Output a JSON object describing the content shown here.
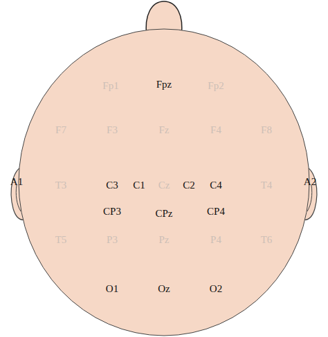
{
  "diagram": {
    "labels": [
      "Fp1",
      "Fpz",
      "Fp2",
      "F7",
      "F3",
      "Fz",
      "F4",
      "F8",
      "A1",
      "T3",
      "C3",
      "C1",
      "Cz",
      "C2",
      "C4",
      "T4",
      "A2",
      "CP3",
      "CPz",
      "CP4",
      "T5",
      "P3",
      "Pz",
      "P4",
      "T6",
      "O1",
      "Oz",
      "O2"
    ]
  }
}
